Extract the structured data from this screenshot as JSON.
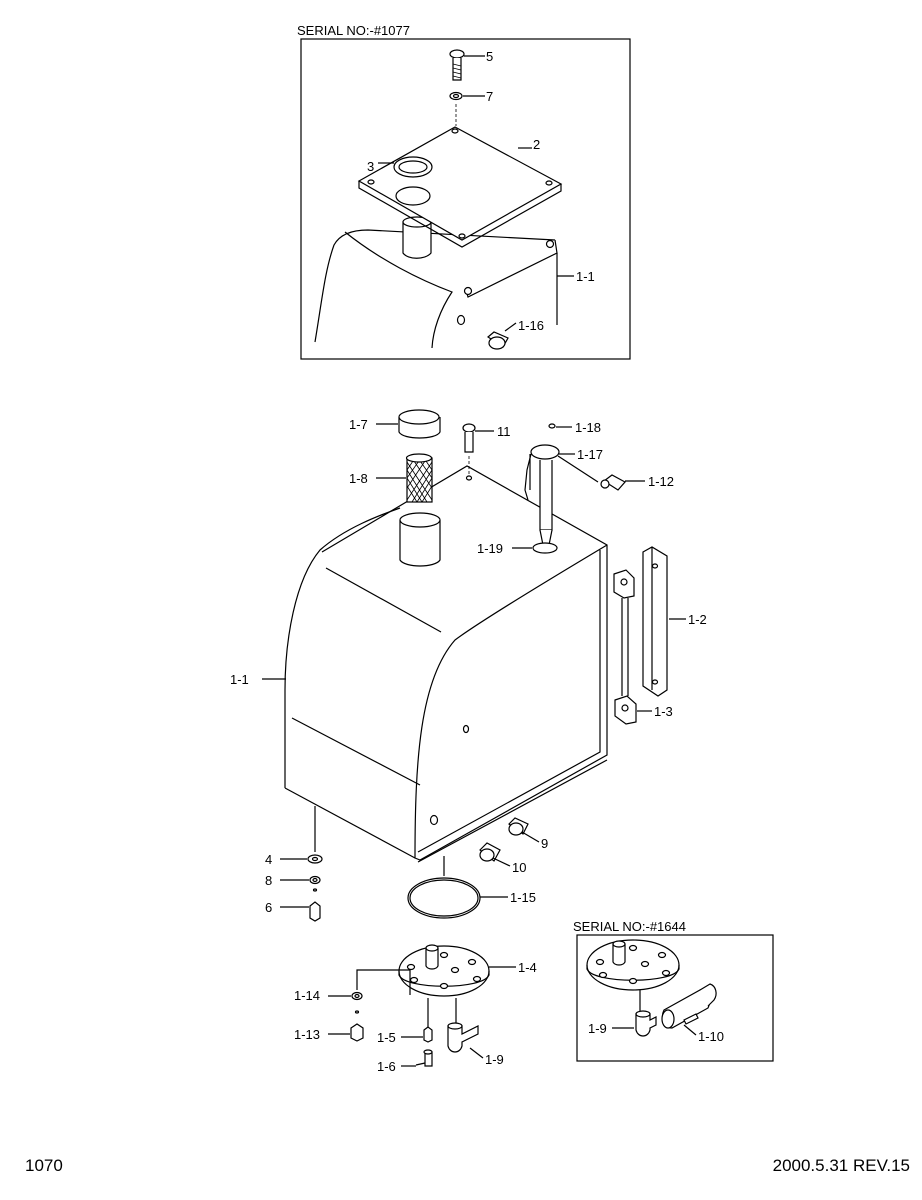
{
  "inset_top": {
    "serial": "SERIAL NO:-#1077"
  },
  "inset_bottom": {
    "serial": "SERIAL NO:-#1644"
  },
  "callouts": {
    "top": {
      "c5": "5",
      "c7": "7",
      "c2": "2",
      "c3": "3",
      "c1_1": "1-1",
      "c1_16": "1-16"
    },
    "main": {
      "c1_7": "1-7",
      "c1_8": "1-8",
      "c11": "11",
      "c1_18": "1-18",
      "c1_17": "1-17",
      "c1_12": "1-12",
      "c1_19": "1-19",
      "c1_2": "1-2",
      "c1_1": "1-1",
      "c1_3": "1-3",
      "c9": "9",
      "c10": "10",
      "c4": "4",
      "c8": "8",
      "c6": "6",
      "c1_15": "1-15",
      "c1_4": "1-4",
      "c1_14": "1-14",
      "c1_13": "1-13",
      "c1_5": "1-5",
      "c1_9": "1-9",
      "c1_6": "1-6"
    },
    "inset_bottom": {
      "c1_9": "1-9",
      "c1_10": "1-10"
    }
  },
  "footer": {
    "page": "1070",
    "revision": "2000.5.31 REV.15"
  }
}
